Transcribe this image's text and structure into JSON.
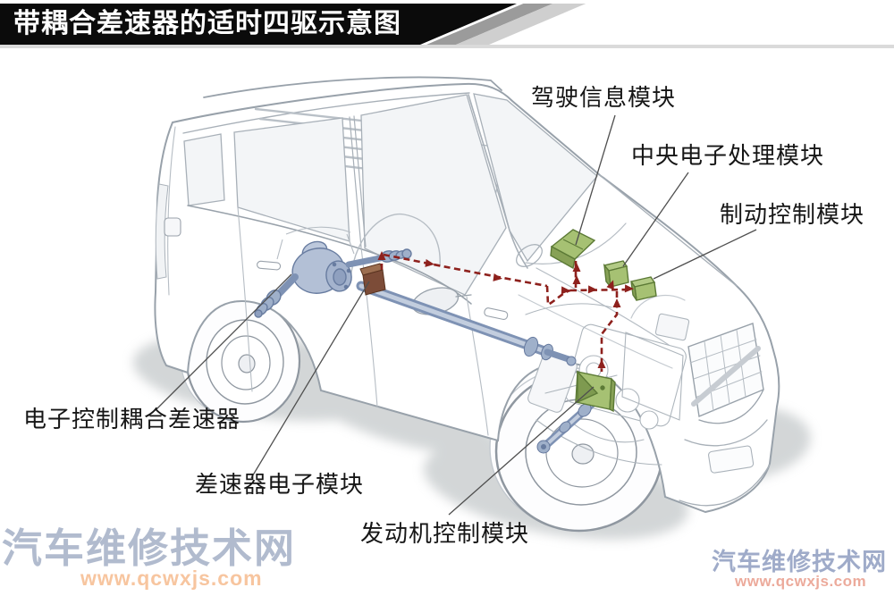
{
  "title": "带耦合差速器的适时四驱示意图",
  "diagram": {
    "labels": {
      "driving_info": "驾驶信息模块",
      "central_processing": "中央电子处理模块",
      "brake_control": "制动控制模块",
      "coupling_differential": "电子控制耦合差速器",
      "differential_module": "差速器电子模块",
      "engine_control": "发动机控制模块"
    },
    "colors": {
      "module_green": "#a6c173",
      "module_green_dark": "#87a156",
      "module_brown": "#7c4c38",
      "can_bus_red": "#8e211d",
      "drivetrain_blue": "#aebdd6",
      "car_line_gray": "#98a1aa"
    }
  },
  "watermark": {
    "site_name": "汽车维修技术网",
    "site_url": "www.qcwxjs.com"
  }
}
